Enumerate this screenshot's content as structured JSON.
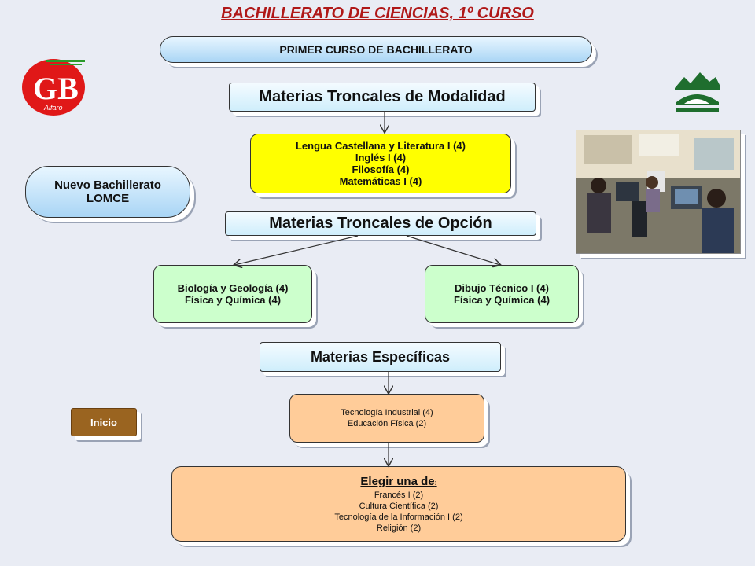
{
  "title": "BACHILLERATO DE CIENCIAS, 1º CURSO",
  "header": "PRIMER CURSO DE BACHILLERATO",
  "side_label": {
    "line1": "Nuevo Bachillerato",
    "line2": "LOMCE"
  },
  "logo_left": {
    "letters": "GB",
    "town": "Alfaro"
  },
  "troncales_modalidad": {
    "heading": "Materias Troncales de Modalidad",
    "items": [
      "Lengua Castellana y Literatura I  (4)",
      "Inglés I  (4)",
      "Filosofía   (4)",
      "Matemáticas I (4)"
    ]
  },
  "troncales_opcion": {
    "heading": "Materias Troncales de Opción",
    "left": [
      "Biología y Geología (4)",
      "Física y Química  (4)"
    ],
    "right": [
      "Dibujo Técnico I (4)",
      "Física y Química   (4)"
    ]
  },
  "especificas": {
    "heading": "Materias Específicas",
    "items": [
      "Tecnología Industrial (4)",
      "Educación Física  (2)"
    ]
  },
  "elegir": {
    "heading": "Elegir una de",
    "suffix": ":",
    "items": [
      "Francés I  (2)",
      "Cultura Científica  (2)",
      "Tecnología de la Información I  (2)",
      "Religión  (2)"
    ]
  },
  "inicio_button": "Inicio",
  "colors": {
    "title": "#b01818",
    "yellow": "#ffff00",
    "green": "#ccffcc",
    "peach": "#ffcc99",
    "brown": "#9a6420"
  }
}
